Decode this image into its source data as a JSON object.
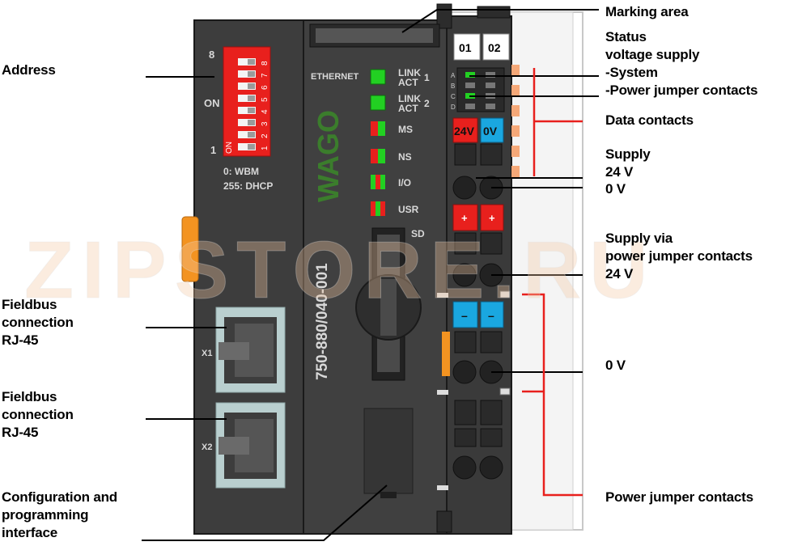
{
  "labels_left": {
    "address": "Address",
    "fieldbus_1": "Fieldbus\nconnection\nRJ-45",
    "fieldbus_2": "Fieldbus\nconnection\nRJ-45",
    "config": "Configuration and\nprogramming\ninterface"
  },
  "labels_right": {
    "marking": "Marking area",
    "status": "Status\nvoltage supply\n-System\n-Power jumper contacts",
    "data": "Data contacts",
    "supply24": "Supply\n24 V",
    "zero_v_1": "0 V",
    "supply_pj": "Supply via\npower jumper contacts\n24 V",
    "zero_v_2": "0 V",
    "power_jumper": "Power jumper contacts"
  },
  "device": {
    "model": "750-880/040-001",
    "brand": "WAGO",
    "ethernet": "ETHERNET",
    "dip_top": "8",
    "dip_on": "ON",
    "dip_bottom": "1",
    "dip_numbers": [
      "1",
      "2",
      "3",
      "4",
      "5",
      "6",
      "7",
      "8"
    ],
    "dip_on_small": "ON",
    "wbm": "0: WBM",
    "dhcp": "255: DHCP",
    "led_labels": {
      "link1a": "LINK",
      "link1b": "ACT",
      "link1n": "1",
      "link2a": "LINK",
      "link2b": "ACT",
      "link2n": "2",
      "ms": "MS",
      "ns": "NS",
      "io": "I/O",
      "usr": "USR"
    },
    "sd": "SD",
    "x1": "X1",
    "x2": "X2",
    "mark_01": "01",
    "mark_02": "02",
    "abcd": [
      "A",
      "B",
      "C",
      "D"
    ],
    "v24": "24V",
    "v0": "0V",
    "plus": "+",
    "minus": "–"
  },
  "watermark": "ZIPSTORE.RU",
  "colors": {
    "housing": "#3f3f3f",
    "housing_dark": "#2e2e2e",
    "red": "#e8201d",
    "blue": "#1aa7e0",
    "green_led": "#22d022",
    "orange": "#f39321",
    "wago_green": "#3b7d2c"
  }
}
